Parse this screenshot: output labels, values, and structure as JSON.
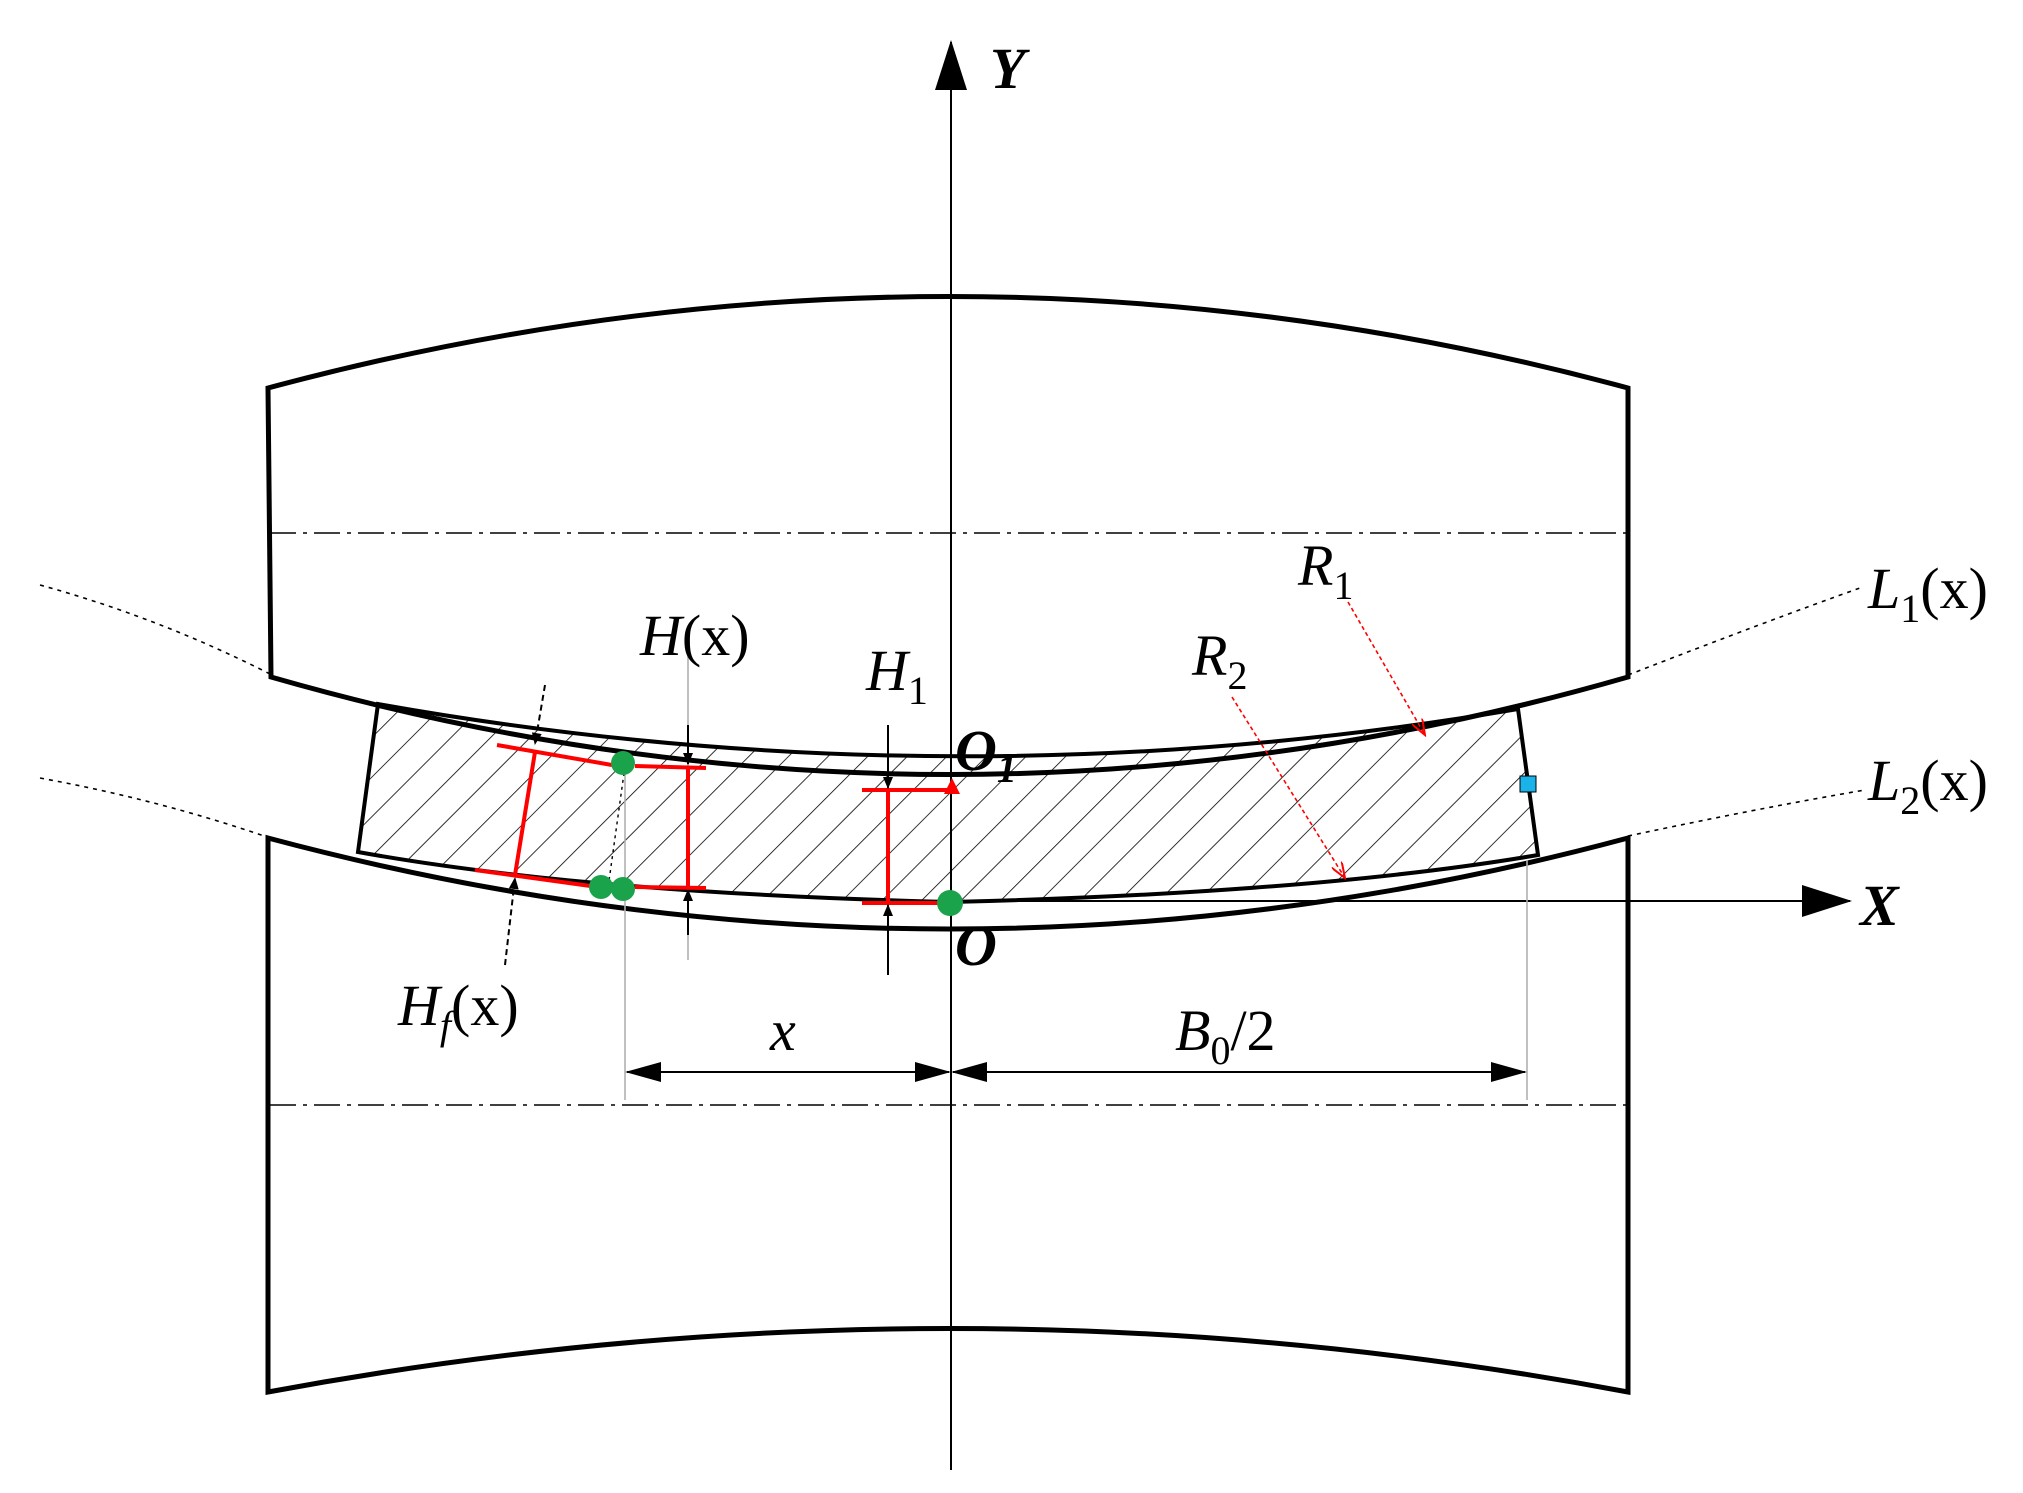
{
  "labels": {
    "y_axis": "Y",
    "x_axis": "X",
    "origin": "O",
    "o1": {
      "base": "O",
      "sub": "1"
    },
    "h1": {
      "base": "H",
      "sub": "1"
    },
    "hx": {
      "pre": "H",
      "paren": "(x)"
    },
    "hf": {
      "base": "H",
      "sub": "f",
      "paren": "(x)"
    },
    "r1": {
      "base": "R",
      "sub": "1"
    },
    "r2": {
      "base": "R",
      "sub": "2"
    },
    "l1": {
      "base": "L",
      "sub": "1",
      "paren": "(x)"
    },
    "l2": {
      "base": "L",
      "sub": "2",
      "paren": "(x)"
    },
    "x_dim": "x",
    "b0": {
      "base": "B",
      "sub": "0",
      "post": "/2"
    }
  },
  "colors": {
    "outline": "#000000",
    "dimension_red": "#ff0000",
    "point_green": "#1aa34a",
    "marker_cyan": "#1ab2e8",
    "guide_grey": "#b0b0b0"
  }
}
